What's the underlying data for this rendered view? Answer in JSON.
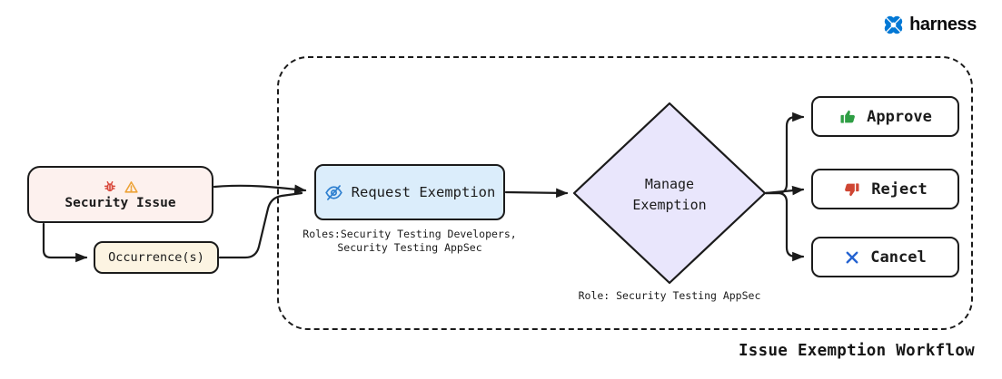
{
  "brand": {
    "logo_icon": "harness-logo-icon",
    "name": "harness"
  },
  "diagram_title": "Issue Exemption Workflow",
  "nodes": {
    "security_issue": {
      "label": "Security Issue",
      "icons": [
        "bug-icon",
        "warning-icon"
      ]
    },
    "occurrences": {
      "label": "Occurrence(s)"
    },
    "request_exemption": {
      "label": "Request Exemption",
      "icon": "eye-off-icon",
      "roles_note_line1": "Roles:Security Testing Developers,",
      "roles_note_line2": "Security Testing AppSec"
    },
    "manage_exemption": {
      "label_line1": "Manage",
      "label_line2": "Exemption",
      "role_note": "Role: Security Testing AppSec"
    },
    "outcomes": [
      {
        "label": "Approve",
        "icon": "thumbs-up-icon"
      },
      {
        "label": "Reject",
        "icon": "thumbs-down-icon"
      },
      {
        "label": "Cancel",
        "icon": "x-icon"
      }
    ]
  },
  "colors": {
    "security_issue_bg": "#fdf1ee",
    "occurrences_bg": "#fcf4e2",
    "request_exemption_bg": "#dbedfb",
    "manage_exemption_bg": "#e9e6fc",
    "outline": "#1b1b1b",
    "bug_red": "#d9483b",
    "warning_orange": "#eda338",
    "eye_blue": "#2f80d0",
    "approve_green": "#2e9e44",
    "reject_red": "#cf4633",
    "cancel_blue": "#2563d1",
    "harness_blue": "#0278d5"
  }
}
